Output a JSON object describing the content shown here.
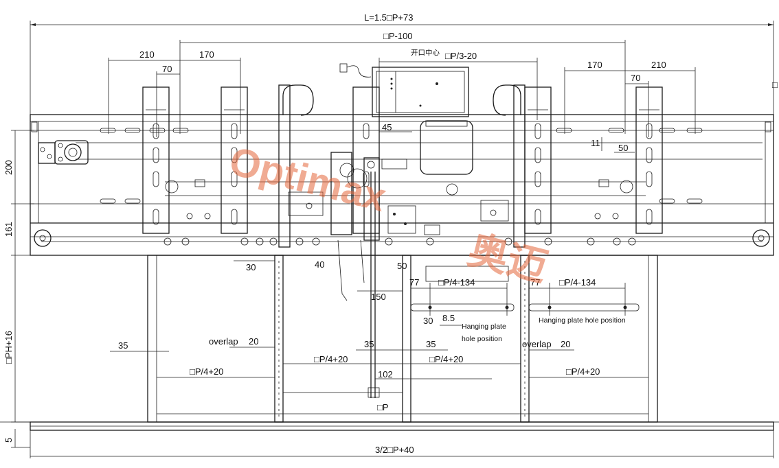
{
  "dimensions": {
    "overall_length": "L=1.5□P+73",
    "top_span": "□P-100",
    "opening_center": "开口中心",
    "center_offset": "□P/3-20",
    "left_210": "210",
    "left_170": "170",
    "left_70": "70",
    "right_170": "170",
    "right_210": "210",
    "right_70": "70",
    "right_11": "11",
    "right_50": "50",
    "d45": "45",
    "height_200": "200",
    "height_161": "161",
    "height_oph": "□PH+16",
    "height_5": "5",
    "d30": "30",
    "d40": "40",
    "d50": "50",
    "d150": "150",
    "d77_left": "77",
    "d77_right": "77",
    "pi4_134_left": "□P/4-134",
    "pi4_134_right": "□P/4-134",
    "d30b": "30",
    "d85": "8.5",
    "d35_left": "35",
    "d35_mid_a": "35",
    "d35_mid_b": "35",
    "overlap20_left": "20",
    "overlap20_right": "20",
    "pi4_20_a": "□P/4+20",
    "pi4_20_b": "□P/4+20",
    "pi4_20_c": "□P/4+20",
    "pi4_20_d": "□P/4+20",
    "d102": "102",
    "op": "□P",
    "bottom_total": "3/2□P+40"
  },
  "notes": {
    "hanging_plate_left_line1": "Hanging plate",
    "hanging_plate_left_line2": "hole position",
    "hanging_plate_right": "Hanging plate hole position",
    "overlap_left": "overlap",
    "overlap_right": "overlap",
    "box_symbol": "□"
  },
  "watermark": {
    "text": "Optimax",
    "cn": "奥迈",
    "color": "#e5683c"
  }
}
